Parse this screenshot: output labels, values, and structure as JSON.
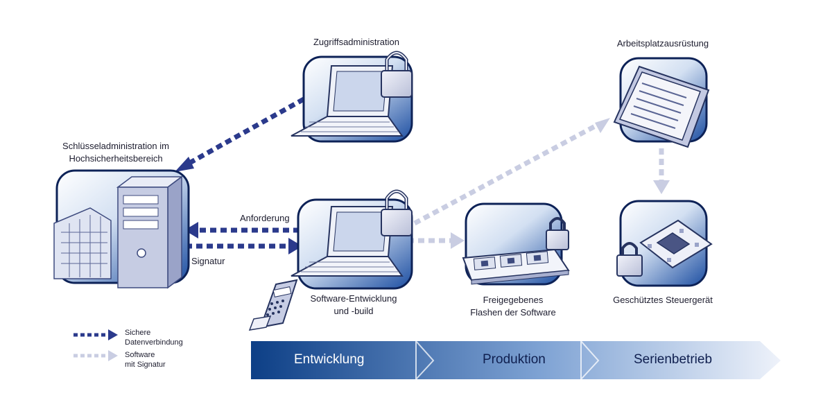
{
  "nodes": {
    "key_admin": [
      "Schlüsseladministration im",
      "Hochsicherheitsbereich"
    ],
    "access_admin": "Zugriffsadministration",
    "workplace": "Arbeitsplatzausrüstung",
    "software_dev": [
      "Software-Entwicklung",
      "und -build"
    ],
    "flashing": [
      "Freigegebenes",
      "Flashen der Software"
    ],
    "ecu": "Geschütztes Steuergerät"
  },
  "edges": {
    "request": "Anforderung",
    "signature": "Signatur"
  },
  "phases": [
    "Entwicklung",
    "Produktion",
    "Serienbetrieb"
  ],
  "legend": {
    "secure": [
      "Sichere",
      "Datenverbindung"
    ],
    "signed": [
      "Software",
      "mit Signatur"
    ]
  },
  "colors": {
    "secure_link": "#2b3a8c",
    "signed_link": "#c9cde2",
    "phase_dark": "#0d3f86",
    "phase_light": "#eef2fa"
  }
}
